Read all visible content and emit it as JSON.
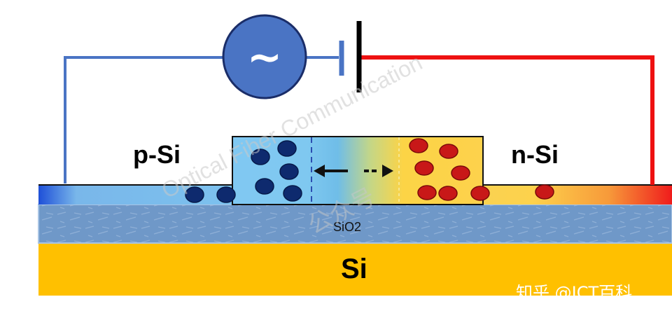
{
  "labels": {
    "p_side": "p-Si",
    "n_side": "n-Si",
    "oxide": "SiO2",
    "substrate": "Si"
  },
  "source_symbol": "~",
  "watermark": {
    "line1": "Optical Fiber Communication",
    "line2": "公众号"
  },
  "credit": "知乎 @ICT百科",
  "colors": {
    "p_wire": "#4a74c4",
    "n_wire": "#ee1111",
    "holes": "#0e2a6e",
    "electrons": "#c81818",
    "substrate": "#ffc000",
    "oxide": "#6f98c8",
    "source_fill": "#4a74c4"
  },
  "icons": {
    "ac_source": "ac-source-icon",
    "battery": "battery-icon",
    "arrow_left": "left-arrow-icon",
    "arrow_right": "right-arrow-icon"
  }
}
